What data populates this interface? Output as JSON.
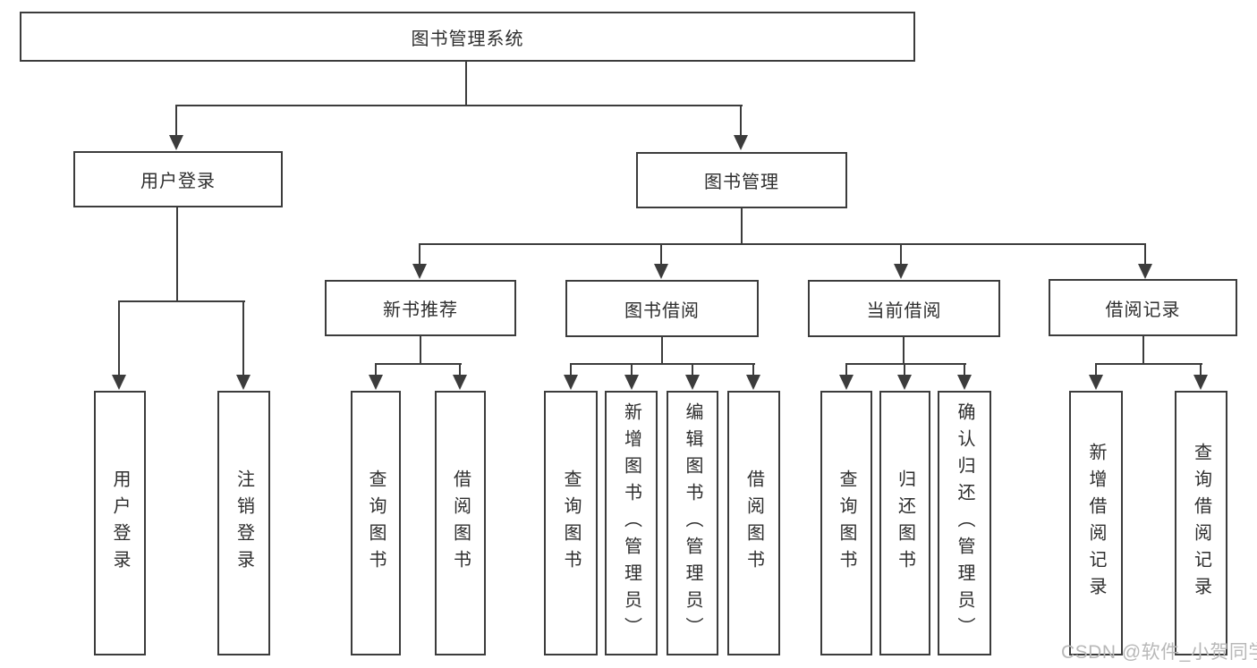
{
  "tree": {
    "root": {
      "label": "图书管理系统"
    },
    "children": [
      {
        "label": "用户登录",
        "children": [
          {
            "label": "用户登录"
          },
          {
            "label": "注销登录"
          }
        ]
      },
      {
        "label": "图书管理",
        "children": [
          {
            "label": "新书推荐",
            "children": [
              {
                "label": "查询图书"
              },
              {
                "label": "借阅图书"
              }
            ]
          },
          {
            "label": "图书借阅",
            "children": [
              {
                "label": "查询图书"
              },
              {
                "label": "新增图书（管理员）"
              },
              {
                "label": "编辑图书（管理员）"
              },
              {
                "label": "借阅图书"
              }
            ]
          },
          {
            "label": "当前借阅",
            "children": [
              {
                "label": "查询图书"
              },
              {
                "label": "归还图书"
              },
              {
                "label": "确认归还（管理员）"
              }
            ]
          },
          {
            "label": "借阅记录",
            "children": [
              {
                "label": "新增借阅记录"
              },
              {
                "label": "查询借阅记录"
              }
            ]
          }
        ]
      }
    ]
  },
  "watermark": {
    "text": "CSDN @软件_小贺同学"
  },
  "colors": {
    "line": "#3c3c3c",
    "text": "#2e2e2e",
    "watermark": "#b8b8b8",
    "background": "#ffffff"
  }
}
